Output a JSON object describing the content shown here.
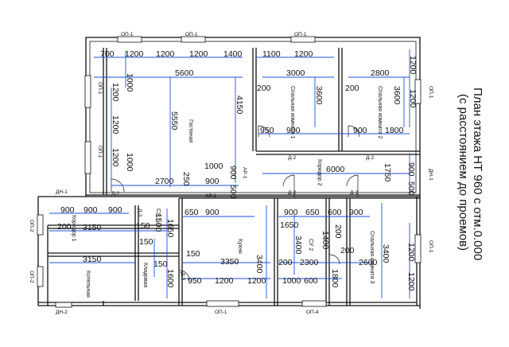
{
  "title": {
    "line1": "План этажа НТ 960 с отм.0.000",
    "line2": "(с расстоянием до проемов)"
  },
  "rooms": {
    "living": "Гостиная",
    "bedroom1": "Спальная комната 1",
    "bedroom2": "Спальная комната 2",
    "bedroom3": "Спальная комната 3",
    "corridor2": "Коридор 2",
    "corridor1": "Коридор 1",
    "kitchen": "Кухня",
    "boiler": "Котельная",
    "pantry": "Кладовая",
    "wc1": "СУ 1",
    "wc2": "СУ 2"
  },
  "marks": {
    "op1_top_a": "ОП-1",
    "op1_top_b": "ОП-1",
    "op1_top_c": "ОП-1",
    "op1_left_a": "ОП-1",
    "op1_left_b": "ОП-1",
    "op1_right_a": "ОП-1",
    "op1_right_b": "ОП-1",
    "op1_bottom": "ОП-1",
    "op4_bottom": "ОП-4",
    "op2_left_a": "ОП-2",
    "op2_left_b": "ОП-2",
    "dn1_left": "ДН-1",
    "dn1_right": "ДН-1",
    "dn2_bottom": "ДН-2",
    "d2_living": "Д-2",
    "d2_bed1": "Д-2",
    "d2_bed2": "Д-2",
    "d2_corr_a": "Д-2",
    "d2_corr_b": "Д-2",
    "d3": "Д-3",
    "d3b": "Д-3",
    "ar1_a": "АР-1",
    "ar1_b": "АР-1"
  },
  "dims": {
    "t700": "700",
    "t1200a": "1200",
    "t1200b": "1200",
    "t1200c": "1200",
    "t1400": "1400",
    "t1100": "1100",
    "t1200d": "1200",
    "t1200r": "1200",
    "d5600": "5600",
    "d3000": "3000",
    "d2800": "2800",
    "v1000a": "1000",
    "v1200l1": "1200",
    "v1200l2": "1200",
    "v1200l3": "1200",
    "v1000b": "1000",
    "v5550": "5550",
    "v4150": "4150",
    "v3600a": "3600",
    "v3600b": "3600",
    "v1200r1": "1200",
    "d200a": "200",
    "d200b": "200",
    "d950": "950",
    "d900a": "900",
    "d900b": "900",
    "d1800": "1800",
    "d2700": "2700",
    "d250": "250",
    "d1000": "1000",
    "d900c": "900",
    "d900v": "900",
    "d500a": "500",
    "d6000": "6000",
    "d1750": "1750",
    "d900r": "900",
    "d500r": "500",
    "c900a": "900",
    "c900b": "900",
    "c900c": "900",
    "c200": "200",
    "c3150a": "3150",
    "c150a": "150",
    "c1500": "1500",
    "c150b": "150",
    "c3150b": "3150",
    "c150c": "150",
    "c1650a": "1650",
    "c1600": "1600",
    "k650": "650",
    "k900": "900",
    "k150": "150",
    "k3350": "3350",
    "k3400": "3400",
    "k950": "950",
    "k1200a": "1200",
    "k1200b": "1200",
    "s1650": "1650",
    "s900a": "900",
    "s650": "650",
    "s600": "600",
    "s900b": "900",
    "s3400a": "3400",
    "s1400": "1400",
    "s200a": "200",
    "s200b": "200",
    "s2300": "2300",
    "s2600": "2600",
    "s3400b": "3400",
    "s1800": "1800",
    "s1000": "1000",
    "s600b": "600",
    "r1200a": "1200",
    "r1200b": "1200",
    "s200c": "200"
  },
  "colors": {
    "wall": "#111111",
    "dimension": "#1f4fe0",
    "text": "#111111"
  }
}
